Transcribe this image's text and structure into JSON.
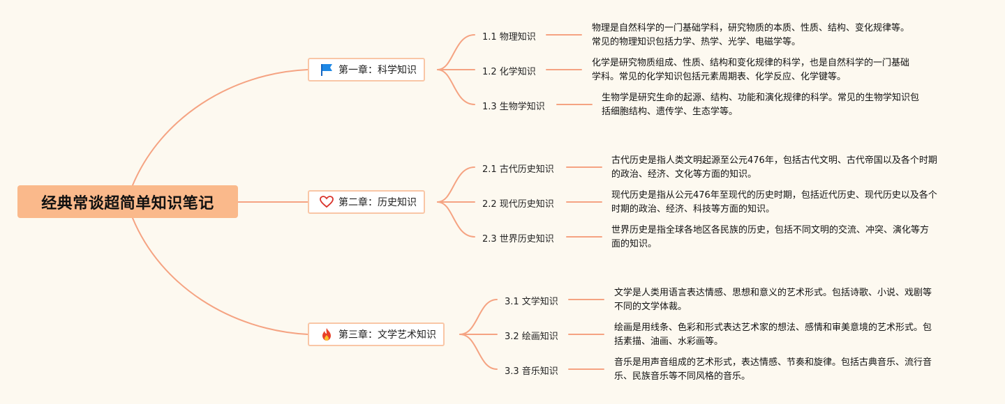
{
  "root": {
    "title": "经典常谈超简单知识笔记"
  },
  "chapters": [
    {
      "title": "第一章：科学知识",
      "icon": "blue-flag-icon",
      "topics": [
        {
          "label": "1.1 物理知识",
          "desc": [
            "物理是自然科学的一门基础学科，研究物质的本质、性质、结构、变化规律等。",
            "常见的物理知识包括力学、热学、光学、电磁学等。"
          ]
        },
        {
          "label": "1.2 化学知识",
          "desc": [
            "化学是研究物质组成、性质、结构和变化规律的科学，也是自然科学的一门基础",
            "学科。常见的化学知识包括元素周期表、化学反应、化学键等。"
          ]
        },
        {
          "label": "1.3 生物学知识",
          "desc": [
            "生物学是研究生命的起源、结构、功能和演化规律的科学。常见的生物学知识包",
            "括细胞结构、遗传学、生态学等。"
          ]
        }
      ]
    },
    {
      "title": "第二章：历史知识",
      "icon": "heart-outline-icon",
      "topics": [
        {
          "label": "2.1 古代历史知识",
          "desc": [
            "古代历史是指人类文明起源至公元476年，包括古代文明、古代帝国以及各个时期",
            "的政治、经济、文化等方面的知识。"
          ]
        },
        {
          "label": "2.2 现代历史知识",
          "desc": [
            "现代历史是指从公元476年至现代的历史时期，包括近代历史、现代历史以及各个",
            "时期的政治、经济、科技等方面的知识。"
          ]
        },
        {
          "label": "2.3 世界历史知识",
          "desc": [
            "世界历史是指全球各地区各民族的历史，包括不同文明的交流、冲突、演化等方",
            "面的知识。"
          ]
        }
      ]
    },
    {
      "title": "第三章：文学艺术知识",
      "icon": "fire-icon",
      "topics": [
        {
          "label": "3.1 文学知识",
          "desc": [
            "文学是人类用语言表达情感、思想和意义的艺术形式。包括诗歌、小说、戏剧等",
            "不同的文学体裁。"
          ]
        },
        {
          "label": "3.2 绘画知识",
          "desc": [
            "绘画是用线条、色彩和形式表达艺术家的想法、感情和审美意境的艺术形式。包",
            "括素描、油画、水彩画等。"
          ]
        },
        {
          "label": "3.3 音乐知识",
          "desc": [
            "音乐是用声音组成的艺术形式，表达情感、节奏和旋律。包括古典音乐、流行音",
            "乐、民族音乐等不同风格的音乐。"
          ]
        }
      ]
    }
  ],
  "colors": {
    "background": "#fdf9f0",
    "line": "#f5a382",
    "root_fill": "#fab98b",
    "chapter_border": "#f9c6a6",
    "flag": "#1e88e5",
    "heart": "#d9332b",
    "fire": "#e8412a"
  }
}
